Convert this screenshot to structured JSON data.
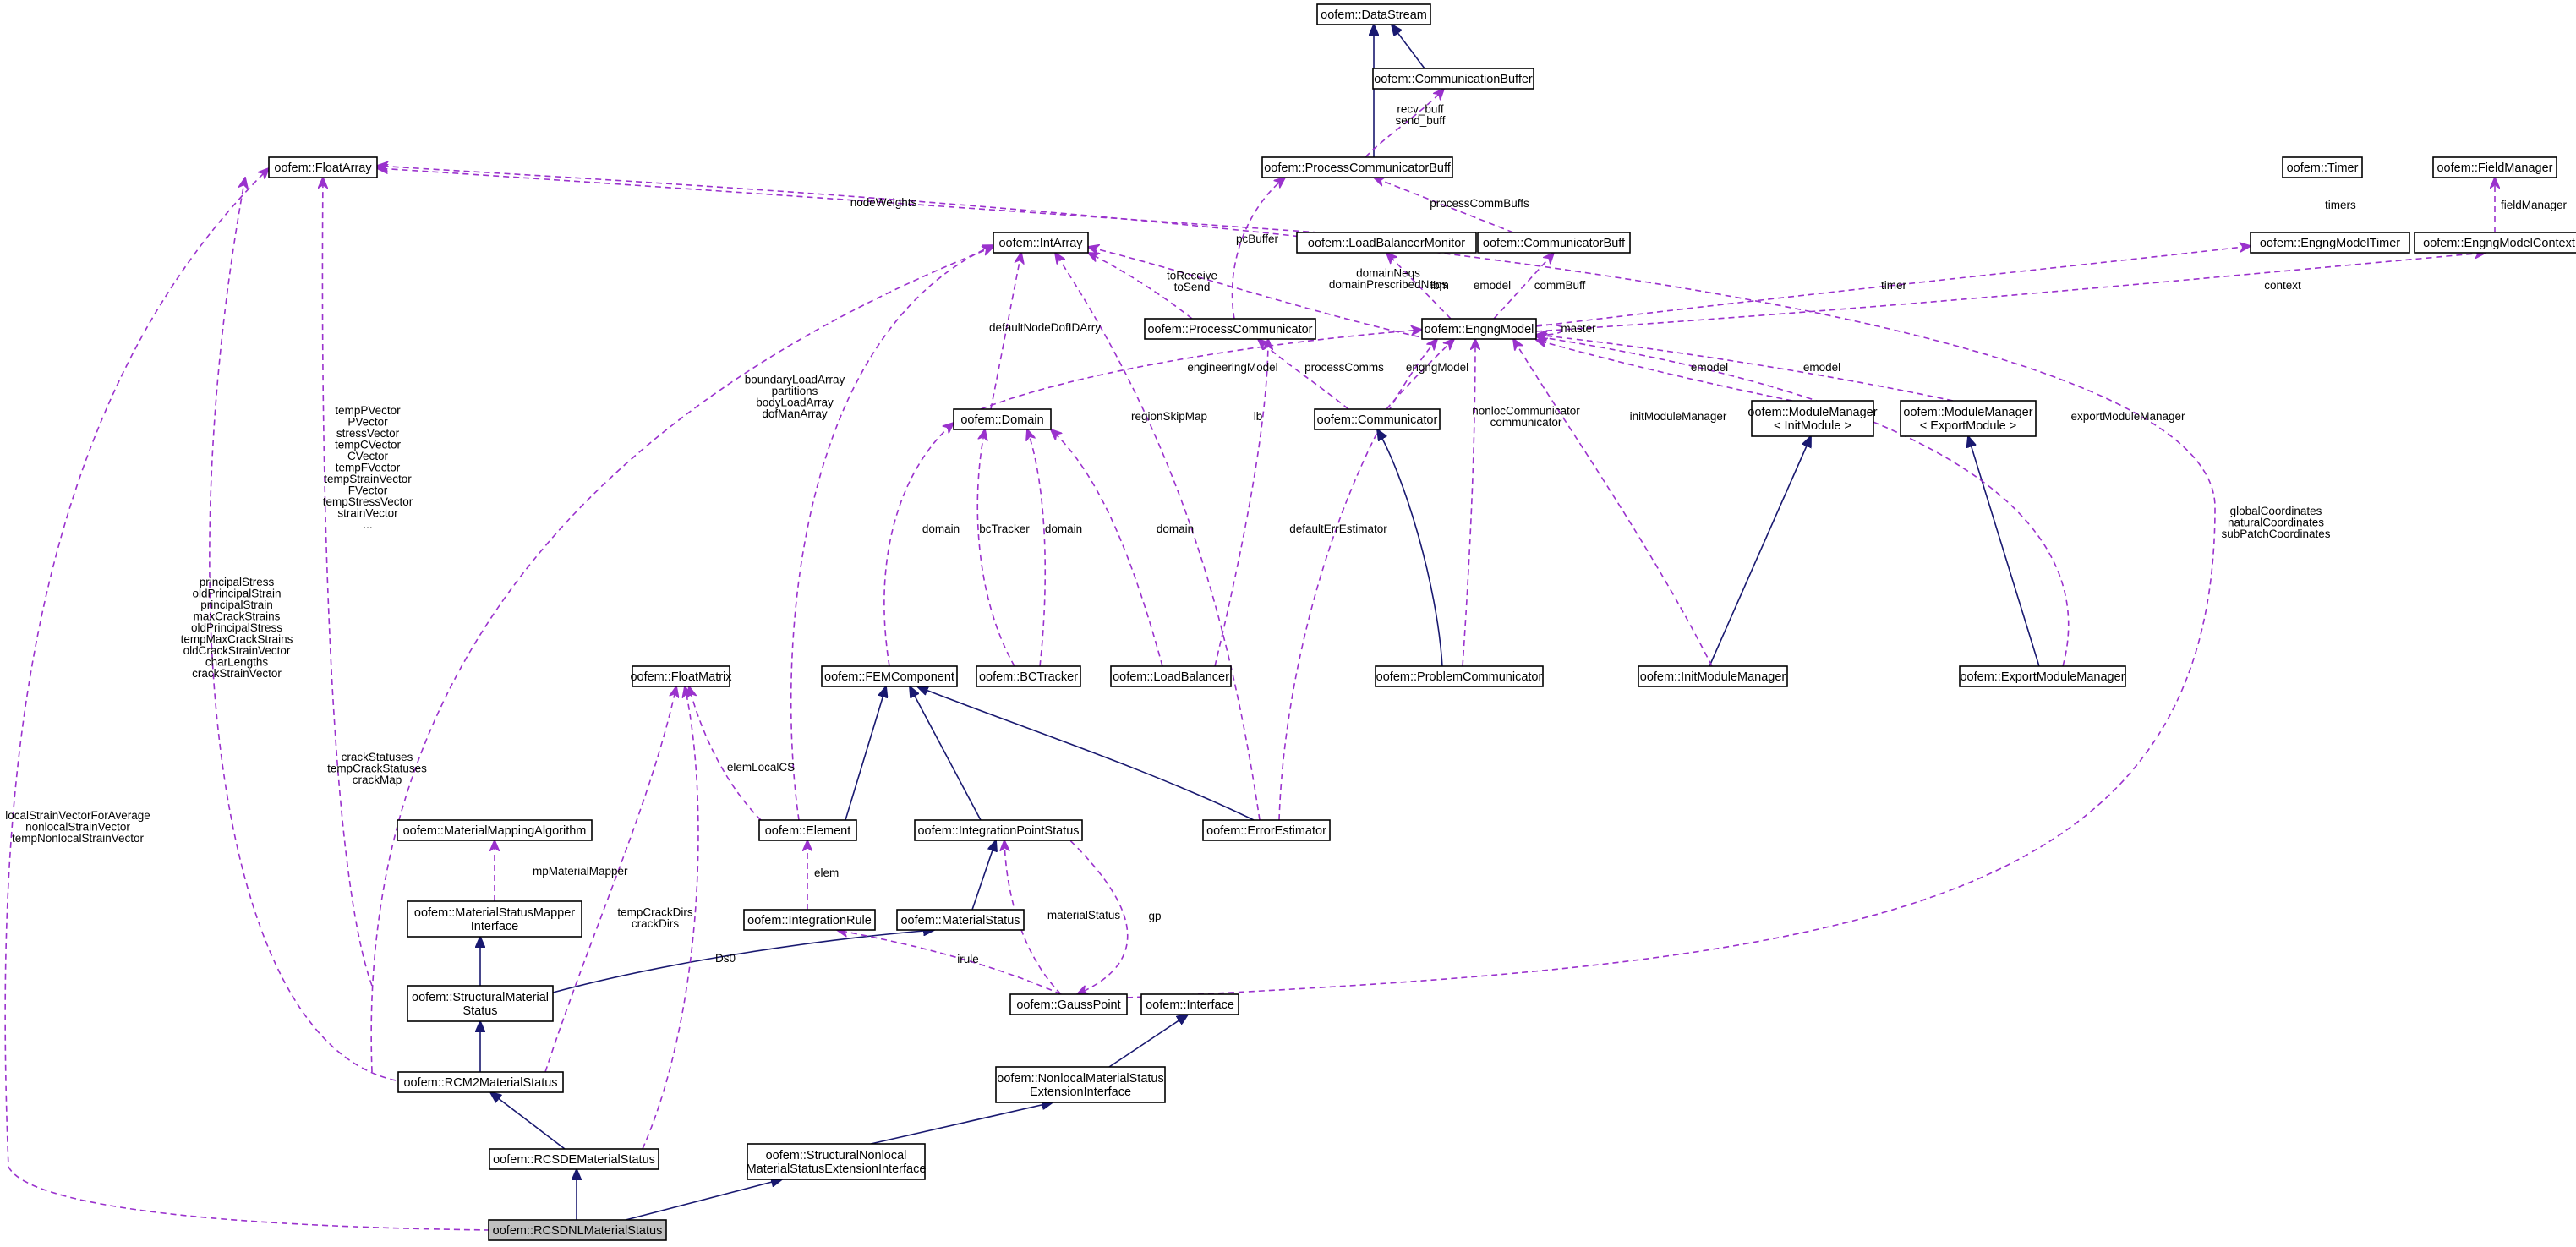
{
  "diagram": {
    "nodes": {
      "DataStream": [
        "oofem::DataStream"
      ],
      "CommunicationBuffer": [
        "oofem::CommunicationBuffer"
      ],
      "ProcessCommunicatorBuff": [
        "oofem::ProcessCommunicatorBuff"
      ],
      "FloatArray": [
        "oofem::FloatArray"
      ],
      "IntArray": [
        "oofem::IntArray"
      ],
      "LoadBalancerMonitor": [
        "oofem::LoadBalancerMonitor"
      ],
      "CommunicatorBuff": [
        "oofem::CommunicatorBuff"
      ],
      "Timer": [
        "oofem::Timer"
      ],
      "FieldManager": [
        "oofem::FieldManager"
      ],
      "EngngModelTimer": [
        "oofem::EngngModelTimer"
      ],
      "EngngModelContext": [
        "oofem::EngngModelContext"
      ],
      "ProcessCommunicator": [
        "oofem::ProcessCommunicator"
      ],
      "EngngModel": [
        "oofem::EngngModel"
      ],
      "Domain": [
        "oofem::Domain"
      ],
      "Communicator": [
        "oofem::Communicator"
      ],
      "ModuleManagerInit": [
        "oofem::ModuleManager",
        "< InitModule >"
      ],
      "ModuleManagerExport": [
        "oofem::ModuleManager",
        "< ExportModule >"
      ],
      "FloatMatrix": [
        "oofem::FloatMatrix"
      ],
      "FEMComponent": [
        "oofem::FEMComponent"
      ],
      "BCTracker": [
        "oofem::BCTracker"
      ],
      "LoadBalancer": [
        "oofem::LoadBalancer"
      ],
      "ProblemCommunicator": [
        "oofem::ProblemCommunicator"
      ],
      "InitModuleManager": [
        "oofem::InitModuleManager"
      ],
      "ExportModuleManager": [
        "oofem::ExportModuleManager"
      ],
      "MaterialMappingAlgorithm": [
        "oofem::MaterialMappingAlgorithm"
      ],
      "Element": [
        "oofem::Element"
      ],
      "IntegrationPointStatus": [
        "oofem::IntegrationPointStatus"
      ],
      "ErrorEstimator": [
        "oofem::ErrorEstimator"
      ],
      "MaterialStatusMapperInterface": [
        "oofem::MaterialStatusMapper",
        "Interface"
      ],
      "IntegrationRule": [
        "oofem::IntegrationRule"
      ],
      "MaterialStatus": [
        "oofem::MaterialStatus"
      ],
      "StructuralMaterialStatus": [
        "oofem::StructuralMaterial",
        "Status"
      ],
      "GaussPoint": [
        "oofem::GaussPoint"
      ],
      "Interface": [
        "oofem::Interface"
      ],
      "RCM2MaterialStatus": [
        "oofem::RCM2MaterialStatus"
      ],
      "NonlocalMaterialStatusExtensionInterface": [
        "oofem::NonlocalMaterialStatus",
        "ExtensionInterface"
      ],
      "RCSDEMaterialStatus": [
        "oofem::RCSDEMaterialStatus"
      ],
      "StructuralNonlocalMaterialStatusExtensionInterface": [
        "oofem::StructuralNonlocal",
        "MaterialStatusExtensionInterface"
      ],
      "RCSDNLMaterialStatus": [
        "oofem::RCSDNLMaterialStatus"
      ]
    },
    "edge_labels": {
      "recv_send": [
        "recv_buff",
        "send_buff"
      ],
      "processCommBuffs": [
        "processCommBuffs"
      ],
      "nodeWeights": [
        "nodeWeights"
      ],
      "timers": [
        "timers"
      ],
      "fieldManager": [
        "fieldManager"
      ],
      "pcBuffer": [
        "pcBuffer"
      ],
      "toReceiveToSend": [
        "toReceive",
        "toSend"
      ],
      "domainNeqs": [
        "domainNeqs",
        "domainPrescribedNeqs"
      ],
      "lbm": [
        "lbm"
      ],
      "emodel_lbm": [
        "emodel"
      ],
      "commBuff": [
        "commBuff"
      ],
      "timer": [
        "timer"
      ],
      "context": [
        "context"
      ],
      "master": [
        "master"
      ],
      "defaultNodeDofIDArry": [
        "defaultNodeDofIDArry"
      ],
      "engineeringModel": [
        "engineeringModel"
      ],
      "processComms": [
        "processComms"
      ],
      "engngModel": [
        "engngModel"
      ],
      "emodel_init": [
        "emodel"
      ],
      "emodel_export": [
        "emodel"
      ],
      "boundaryLoadArray": [
        "boundaryLoadArray",
        "partitions",
        "bodyLoadArray",
        "dofManArray"
      ],
      "regionSkipMap": [
        "regionSkipMap"
      ],
      "lb": [
        "lb"
      ],
      "nonlocComm": [
        "nonlocCommunicator",
        "communicator"
      ],
      "initModuleManager": [
        "initModuleManager"
      ],
      "exportModuleManager": [
        "exportModuleManager"
      ],
      "tempVectors": [
        "tempPVector",
        "PVector",
        "stressVector",
        "tempCVector",
        "CVector",
        "tempFVector",
        "tempStrainVector",
        "FVector",
        "tempStressVector",
        "strainVector",
        "..."
      ],
      "coords": [
        "globalCoordinates",
        "naturalCoordinates",
        "subPatchCoordinates"
      ],
      "principal": [
        "principalStress",
        "oldPrincipalStrain",
        "principalStrain",
        "maxCrackStrains",
        "oldPrincipalStress",
        "tempMaxCrackStrains",
        "oldCrackStrainVector",
        "charLengths",
        "crackStrainVector"
      ],
      "domain_fem": [
        "domain"
      ],
      "bcTracker": [
        "bcTracker"
      ],
      "domain_bct": [
        "domain"
      ],
      "domain_lb": [
        "domain"
      ],
      "defaultErrEstimator": [
        "defaultErrEstimator"
      ],
      "crackStatuses": [
        "crackStatuses",
        "tempCrackStatuses",
        "crackMap"
      ],
      "elemLocalCS": [
        "elemLocalCS"
      ],
      "localStrain": [
        "localStrainVectorForAverage",
        "nonlocalStrainVector",
        "tempNonlocalStrainVector"
      ],
      "mpMaterialMapper": [
        "mpMaterialMapper"
      ],
      "elem": [
        "elem"
      ],
      "materialStatus": [
        "materialStatus"
      ],
      "gp": [
        "gp"
      ],
      "irule": [
        "irule"
      ],
      "tempCrackDirs": [
        "tempCrackDirs",
        "crackDirs"
      ],
      "Ds0": [
        "Ds0"
      ]
    }
  }
}
